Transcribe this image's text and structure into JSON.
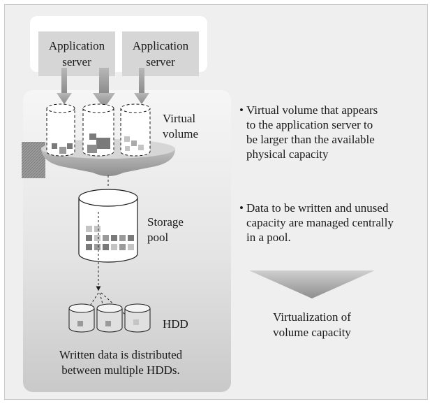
{
  "servers": [
    {
      "line1": "Application",
      "line2": "server"
    },
    {
      "line1": "Application",
      "line2": "server"
    }
  ],
  "labels": {
    "virtual_volume_1": "Virtual",
    "virtual_volume_2": "volume",
    "storage_pool_1": "Storage",
    "storage_pool_2": "pool",
    "hdd": "HDD",
    "written_1": "Written data is distributed",
    "written_2": "between multiple HDDs."
  },
  "bullets": [
    {
      "dot": "•",
      "lines": [
        "Virtual volume that appears",
        "to the application server to",
        "be larger than the available",
        "physical capacity"
      ]
    },
    {
      "dot": "•",
      "lines": [
        "Data to be written and unused",
        "capacity are managed centrally",
        "in a pool."
      ]
    }
  ],
  "result": {
    "line1": "Virtualization of",
    "line2": "volume capacity"
  },
  "colors": {
    "panel": "#efefef",
    "server_box": "#d6d6d6",
    "arrow": "#a6a6a6",
    "funnel": "#b0b0b0",
    "block_dark": "#7a7a7a",
    "block_mid": "#9a9a9a",
    "block_light": "#c4c4c4"
  }
}
